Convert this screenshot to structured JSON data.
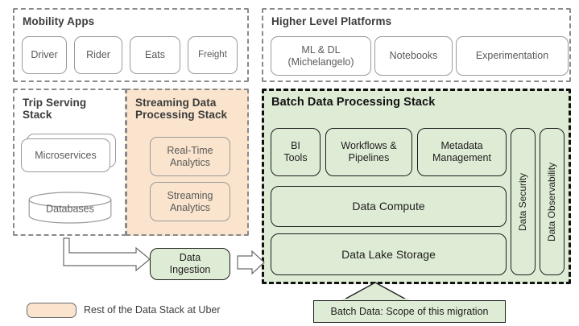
{
  "groups": {
    "mobility": {
      "title": "Mobility Apps",
      "nodes": [
        {
          "label": "Driver"
        },
        {
          "label": "Rider"
        },
        {
          "label": "Eats"
        },
        {
          "label": "Freight"
        }
      ]
    },
    "platforms": {
      "title": "Higher Level Platforms",
      "nodes": [
        {
          "label": "ML & DL\n(Michelangelo)"
        },
        {
          "label": "Notebooks"
        },
        {
          "label": "Experimentation"
        }
      ]
    },
    "trip_serving": {
      "title": "Trip Serving\nStack",
      "nodes": [
        {
          "label": "Microservices"
        },
        {
          "label": "Databases"
        }
      ]
    },
    "streaming": {
      "title": "Streaming Data\nProcessing Stack",
      "nodes": [
        {
          "label": "Real-Time\nAnalytics"
        },
        {
          "label": "Streaming\nAnalytics"
        }
      ]
    },
    "batch": {
      "title": "Batch Data Processing Stack",
      "row_top": [
        {
          "label": "BI\nTools"
        },
        {
          "label": "Workflows &\nPipelines"
        },
        {
          "label": "Metadata\nManagement"
        }
      ],
      "row_mid": {
        "label": "Data Compute"
      },
      "row_bottom": {
        "label": "Data Lake Storage"
      },
      "side_columns": [
        {
          "label": "Data Security"
        },
        {
          "label": "Data Observability"
        }
      ]
    }
  },
  "ingestion": {
    "label": "Data\nIngestion"
  },
  "legend": {
    "label": "Rest of the Data Stack at Uber"
  },
  "callout": {
    "label": "Batch Data: Scope of this migration"
  },
  "colors": {
    "peach": "#fae4cd",
    "sage": "#dfecd5",
    "dashed_gray": "#8a8a8a",
    "dark": "#111111",
    "node_border": "#9a9a9a",
    "text_gray": "#5a5a5a"
  }
}
